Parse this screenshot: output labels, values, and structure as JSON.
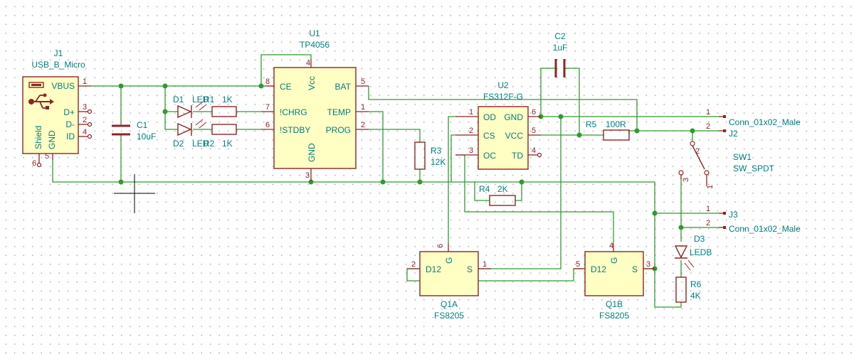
{
  "components": {
    "j1": {
      "ref": "J1",
      "value": "USB_B_Micro",
      "pins": {
        "vbus": "VBUS",
        "dplus": "D+",
        "dminus": "D-",
        "id": "ID",
        "shield": "Shield",
        "gnd": "GND"
      },
      "pin_numbers": {
        "vbus": "1",
        "dplus": "3",
        "dminus": "2",
        "id": "4",
        "shield": "6",
        "gnd": "5"
      }
    },
    "u1": {
      "ref": "U1",
      "value": "TP4056",
      "pins": {
        "ce": "CE",
        "vcc": "Vcc",
        "bat": "BAT",
        "chrg": "!CHRG",
        "temp": "TEMP",
        "stdby": "!STDBY",
        "prog": "PROG",
        "gnd": "GND"
      },
      "pin_numbers": {
        "ce": "8",
        "vcc": "4",
        "bat": "5",
        "chrg": "7",
        "temp": "1",
        "stdby": "6",
        "prog": "2",
        "gnd": "3"
      }
    },
    "u2": {
      "ref": "U2",
      "value": "FS312F-G",
      "pins": {
        "od": "OD",
        "gnd": "GND",
        "cs": "CS",
        "vcc": "VCC",
        "oc": "OC",
        "td": "TD"
      },
      "pin_numbers": {
        "od": "1",
        "gnd": "6",
        "cs": "2",
        "vcc": "5",
        "oc": "3",
        "td": "4"
      }
    },
    "c1": {
      "ref": "C1",
      "value": "10uF"
    },
    "c2": {
      "ref": "C2",
      "value": "1uF"
    },
    "d1": {
      "ref": "D1",
      "value": "LED"
    },
    "d2": {
      "ref": "D2",
      "value": "LED"
    },
    "d3": {
      "ref": "D3",
      "value": "LEDB"
    },
    "r1": {
      "ref": "R1",
      "value": "1K"
    },
    "r2": {
      "ref": "R2",
      "value": "1K"
    },
    "r3": {
      "ref": "R3",
      "value": "12K"
    },
    "r4": {
      "ref": "R4",
      "value": "2K"
    },
    "r5": {
      "ref": "R5",
      "value": "100R"
    },
    "r6": {
      "ref": "R6",
      "value": "4K"
    },
    "j2": {
      "ref": "J2",
      "value": "Conn_01x02_Male",
      "pin_numbers": [
        "1",
        "2"
      ]
    },
    "j3": {
      "ref": "J3",
      "value": "Conn_01x02_Male",
      "pin_numbers": [
        "1",
        "2"
      ]
    },
    "sw1": {
      "ref": "SW1",
      "value": "SW_SPDT",
      "pin_numbers": [
        "1",
        "2",
        "3"
      ]
    },
    "q1a": {
      "ref": "Q1A",
      "value": "FS8205",
      "pins": {
        "d": "D12",
        "s": "S",
        "g": "G"
      },
      "pin_numbers": {
        "g": "6",
        "d": "2",
        "s": "1"
      }
    },
    "q1b": {
      "ref": "Q1B",
      "value": "FS8205",
      "pins": {
        "d": "D12",
        "s": "S",
        "g": "G"
      },
      "pin_numbers": {
        "g": "4",
        "d": "5",
        "s": "3"
      }
    }
  },
  "colors": {
    "wire": "#2f9a2f",
    "body": "#8e2424",
    "ic_fill": "#ffffc4",
    "text": "#007e7e"
  }
}
